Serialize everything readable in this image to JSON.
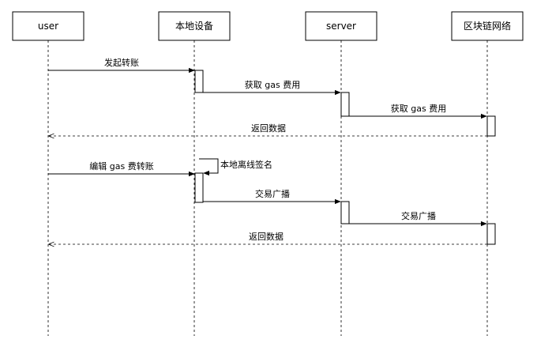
{
  "participants": [
    {
      "id": "user",
      "label": "user"
    },
    {
      "id": "local",
      "label": "本地设备"
    },
    {
      "id": "server",
      "label": "server"
    },
    {
      "id": "chain",
      "label": "区块链网络"
    }
  ],
  "messages": [
    {
      "from": "user",
      "to": "local",
      "label": "发起转账",
      "style": "solid"
    },
    {
      "from": "local",
      "to": "server",
      "label": "获取 gas 费用",
      "style": "solid"
    },
    {
      "from": "server",
      "to": "chain",
      "label": "获取 gas 费用",
      "style": "solid"
    },
    {
      "from": "chain",
      "to": "user",
      "label": "返回数据",
      "style": "dashed"
    },
    {
      "from": "user",
      "to": "local",
      "label": "编辑 gas 费转账",
      "style": "solid"
    },
    {
      "from": "local",
      "to": "local",
      "label": "本地离线签名",
      "style": "self"
    },
    {
      "from": "local",
      "to": "server",
      "label": "交易广播",
      "style": "solid"
    },
    {
      "from": "server",
      "to": "chain",
      "label": "交易广播",
      "style": "solid"
    },
    {
      "from": "chain",
      "to": "user",
      "label": "返回数据",
      "style": "dashed"
    }
  ]
}
